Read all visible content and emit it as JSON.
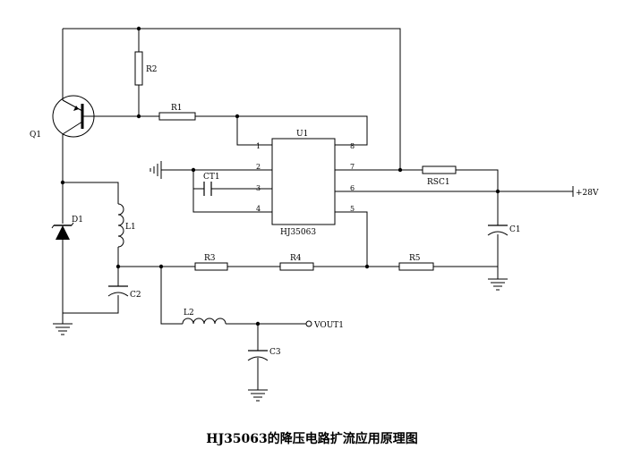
{
  "caption": "HJ35063的降压电路扩流应用原理图",
  "components": {
    "transistor": "Q1",
    "r2": "R2",
    "r1": "R1",
    "ic": "U1",
    "ic_part": "HJ35063",
    "rsc": "RSC1",
    "supply": "+28V",
    "ct": "CT1",
    "c1": "C1",
    "diode": "D1",
    "l1": "L1",
    "c2": "C2",
    "r3": "R3",
    "r4": "R4",
    "r5": "R5",
    "l2": "L2",
    "vout": "VOUT1",
    "c3": "C3"
  },
  "ic_pins": [
    "1",
    "2",
    "3",
    "4",
    "8",
    "7",
    "6",
    "5"
  ]
}
